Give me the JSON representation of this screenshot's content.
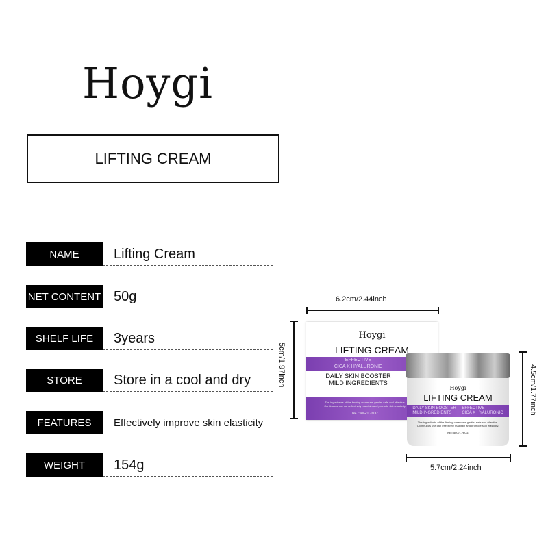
{
  "brand": "Hoygi",
  "title": "LIFTING CREAM",
  "specs": [
    {
      "label": "NAME",
      "value": "Lifting Cream"
    },
    {
      "label": "NET  CONTENT",
      "value": "50g"
    },
    {
      "label": "SHELF LIFE",
      "value": "3years"
    },
    {
      "label": "STORE",
      "value": "Store in a cool and dry"
    },
    {
      "label": "FEATURES",
      "value": "Effectively improve skin elasticity"
    },
    {
      "label": "WEIGHT",
      "value": "154g"
    }
  ],
  "dimensions": {
    "box_width": "6.2cm/2.44inch",
    "box_height": "5cm/1.97inch",
    "jar_height": "4.5cm/1.77inch",
    "jar_width": "5.7cm/2.24inch"
  },
  "package": {
    "brand": "Hoygi",
    "name": "LIFTING CREAM",
    "effective": "EFFECTIVE",
    "cica": "CICA X HYALURONIC",
    "booster": "DAILY SKIN BOOSTER",
    "mild": "MILD INGREDIENTS",
    "desc": "The ingredients of the firming cream are gentle, safe and effective. Continuous use can effectively maintain and promote skin elasticity.",
    "net": "NET:50G/1.76OZ"
  },
  "colors": {
    "accent": "#8a4cbf"
  }
}
